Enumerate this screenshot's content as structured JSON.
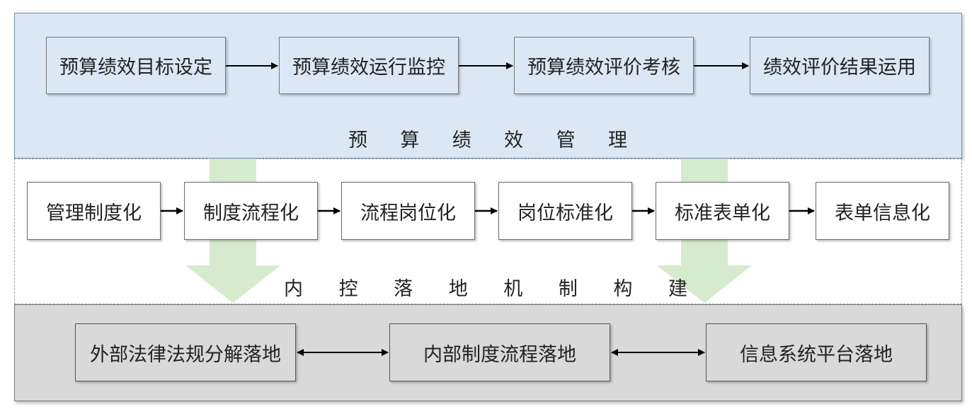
{
  "top": {
    "steps": [
      "预算绩效目标设定",
      "预算绩效运行监控",
      "预算绩效评价考核",
      "绩效评价结果运用"
    ],
    "title_chars": [
      "预",
      "算",
      "绩",
      "效",
      "管",
      "理"
    ]
  },
  "middle": {
    "steps": [
      "管理制度化",
      "制度流程化",
      "流程岗位化",
      "岗位标准化",
      "标准表单化",
      "表单信息化"
    ],
    "title_chars": [
      "内",
      "控",
      "落",
      "地",
      "机",
      "制",
      "构",
      "建"
    ]
  },
  "bottom": {
    "steps": [
      "外部法律法规分解落地",
      "内部制度流程落地",
      "信息系统平台落地"
    ]
  },
  "colors": {
    "top_band": "#dbe7f4",
    "bottom_band": "#d9d9d9",
    "down_arrow": "#d4e8cc"
  }
}
